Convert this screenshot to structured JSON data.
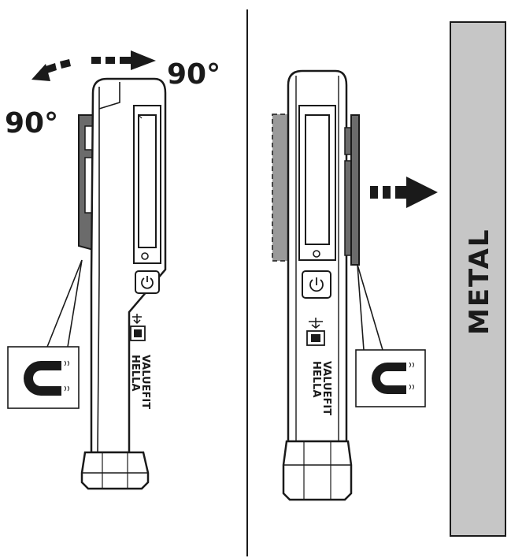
{
  "rotation": {
    "left_angle_label": "90°",
    "right_angle_label": "90°"
  },
  "brand": {
    "line1": "HELLA",
    "line2": "VALUEFIT"
  },
  "wall": {
    "label": "METAL",
    "fill_color": "#c6c6c6"
  },
  "icons": {
    "magnet": "magnet-icon",
    "power": "power-icon",
    "usb": "usb-icon",
    "arrow": "arrow-right-icon"
  },
  "colors": {
    "ink": "#1a1a1a",
    "clip": "#6b6b6b",
    "wall": "#c6c6c6"
  }
}
